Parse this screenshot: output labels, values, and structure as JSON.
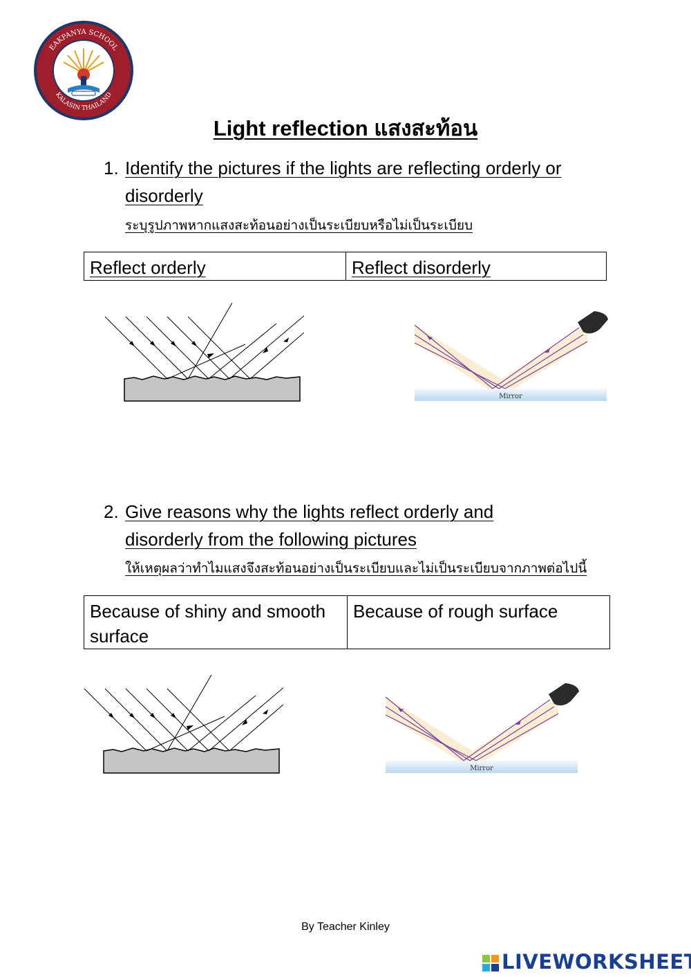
{
  "logo": {
    "ring_top_text": "EAKPANYA SCHOOL",
    "ring_bottom_text": "KALASIN THAILAND",
    "colors": {
      "ring": "#9e1f2b",
      "ring_edge": "#1f3668",
      "center": "#ffffff"
    }
  },
  "title": "Light reflection แสงสะท้อน",
  "question1": {
    "number": "1.",
    "line1": "Identify the pictures if the lights are reflecting orderly or",
    "line2": "disorderly",
    "thai": "ระบุรูปภาพหากแสงสะท้อนอย่างเป็นระเบียบหรือไม่เป็นระเบียบ",
    "answers": [
      "Reflect orderly",
      "Reflect disorderly"
    ]
  },
  "question2": {
    "number": "2.",
    "line1": "Give reasons why the lights reflect orderly and",
    "line2": "disorderly from the following pictures",
    "thai": "ให้เหตุผลว่าทำไมแสงจึงสะท้อนอย่างเป็นระเบียบและไม่เป็นระเบียบจากภาพต่อไปนี้",
    "answers": [
      "Because of shiny and smooth surface",
      "Because of rough surface"
    ]
  },
  "diagrams": {
    "mirror_label": "Mirror",
    "icons": [
      "rough-surface-diffuse-reflection-diagram",
      "mirror-regular-reflection-diagram"
    ]
  },
  "footer": "By Teacher Kinley",
  "brand": {
    "prefix_icon": "liveworksheets-logo-icon",
    "text": "LIVEWORKSHEETS",
    "color": "#1b3f8f"
  }
}
